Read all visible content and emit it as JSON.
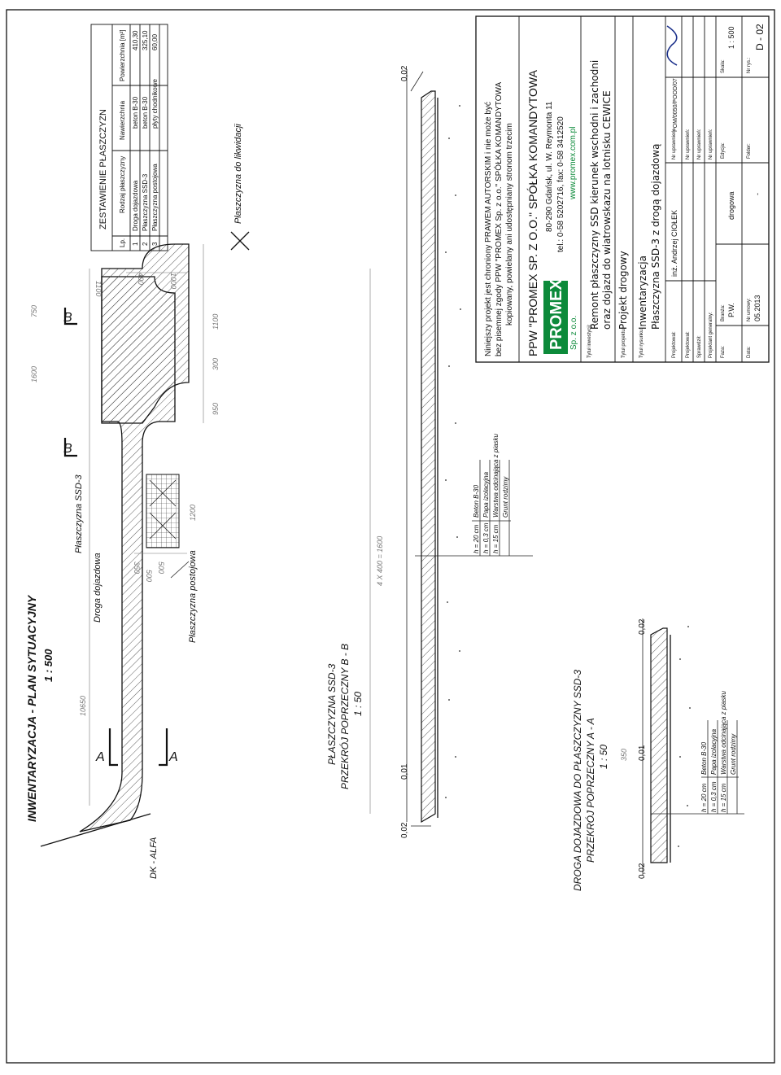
{
  "plan": {
    "title": "INWENTARYZACJA - PLAN SYTUACYJNY",
    "scale": "1 : 500",
    "labels": {
      "droga": "Droga dojazdowa",
      "ssd": "Płaszczyzna SSD-3",
      "postojowa": "Płaszczyzna postojowa",
      "likwidacja": "Płaszczyzna do likwidacji",
      "dk": "DK - ALFA"
    },
    "section_marks": [
      "A",
      "A",
      "B",
      "B"
    ],
    "dims": [
      "10650",
      "1600",
      "750",
      "1100",
      "400",
      "1000",
      "950",
      "300",
      "1100",
      "350",
      "500",
      "1200",
      "500"
    ]
  },
  "table": {
    "title": "ZESTAWIENIE PŁASZCZYZN",
    "headers": [
      "Lp.",
      "Rodzaj płaszczyzny",
      "Nawierzchnia",
      "Powierzchnia [m²]"
    ],
    "rows": [
      [
        "1",
        "Droga dojazdowa",
        "beton B-30",
        "410,30"
      ],
      [
        "2",
        "Płaszczyzna SSD-3",
        "beton B-30",
        "325,10"
      ],
      [
        "3",
        "Płaszczyzna postojowa",
        "płyty chodnikowe",
        "60,00"
      ]
    ]
  },
  "sectionBB": {
    "title1": "PŁASZCZYZNA SSD-3",
    "title2": "PRZEKRÓJ POPRZECZNY B - B",
    "scale": "1 : 50",
    "slopes": [
      "0,02",
      "0,01",
      "0,02"
    ],
    "dim": "4 X 400 = 1600",
    "layers": [
      [
        "h = 20 cm",
        "Beton B-30"
      ],
      [
        "h = 0,3 cm",
        "Papa izolacyjna"
      ],
      [
        "h = 15 cm",
        "Warstwa odcinająca z piasku"
      ],
      [
        "",
        "Grunt rodzimy"
      ]
    ]
  },
  "sectionAA": {
    "title1": "DROGA DOJAZDOWA DO PŁASZCZYZNY SSD-3",
    "title2": "PRZEKRÓJ POPRZECZNY A - A",
    "scale": "1 : 50",
    "slopes": [
      "0,02",
      "0,01",
      "0,02"
    ],
    "dim": "350",
    "layers": [
      [
        "h = 20 cm",
        "Beton B-30"
      ],
      [
        "h = 0,3 cm",
        "Papa izolacyjna"
      ],
      [
        "h = 15 cm",
        "Warstwa odcinająca z piasku"
      ],
      [
        "",
        "Grunt rodzimy"
      ]
    ]
  },
  "notice": [
    "Niniejszy projekt jest chroniony PRAWEM AUTORSKIM i nie może być",
    "bez pisemnej zgody PPW \"PROMEX Sp. z o.o.\" SPÓŁKA KOMANDYTOWA",
    "kopiowany, powielany ani udostępniany stronom trzecim"
  ],
  "company": {
    "name": "PPW \"PROMEX SP. Z O.O.\" SPÓŁKA KOMANDYTOWA",
    "address": "80-290 Gdańsk, ul. W. Reymonta 11",
    "phone": "tel.: 0-58 5202716, fax: 0-58 3412520",
    "web": "www.promex.com.pl",
    "logo": "PROMEX",
    "logo_sub": "Sp. z o.o."
  },
  "titleblock": {
    "inwestycja_label": "Tytuł inwestycji:",
    "inwestycja_1": "Remont płaszczyzny SSD kierunek wschodni i zachodni",
    "inwestycja_2": "oraz dojazd do wiatrowskazu na lotnisku CEWICE",
    "projekt_label": "Tytuł projektu:",
    "projekt": "Projekt drogowy",
    "rysunek_label": "Tytuł rysunku:",
    "rysunek_1": "Inwentaryzacja",
    "rysunek_2": "Płaszczyzna SSD-3 z drogą dojazdową",
    "rows": [
      [
        "Projektował:",
        "inż. Andrzej CIOŁEK",
        "Nr uprawnień:",
        "POM/0050/POOD/07"
      ],
      [
        "Projektował:",
        "",
        "Nr uprawnień:",
        ""
      ],
      [
        "Sprawdził:",
        "",
        "Nr uprawnień:",
        ""
      ],
      [
        "Projektant generalny:",
        "",
        "Nr uprawnień:",
        ""
      ]
    ],
    "faza_label": "Faza:",
    "faza": "P.W.",
    "branza_label": "Branża:",
    "branza": "drogowa",
    "edycja_label": "Edycja:",
    "skala_label": "Skala:",
    "skala": "1 : 500",
    "data_label": "Data:",
    "data": "05.2013",
    "umowa_label": "Nr umowy:",
    "umowa": "-",
    "folder_label": "Folder:",
    "nrrys_label": "Nr rys.:",
    "nrrys": "D - 02"
  }
}
